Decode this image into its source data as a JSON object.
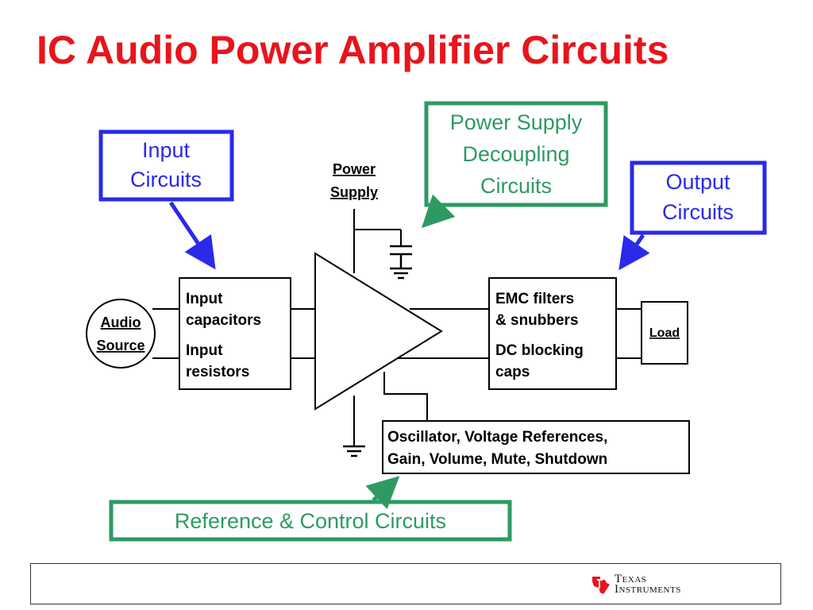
{
  "slide": {
    "title": "IC Audio Power Amplifier Circuits"
  },
  "diagram": {
    "callouts": {
      "input_circuits": [
        "Input",
        "Circuits"
      ],
      "power_supply_decoupling": [
        "Power Supply",
        "Decoupling",
        "Circuits"
      ],
      "output_circuits": [
        "Output",
        "Circuits"
      ],
      "reference_control": "Reference & Control Circuits"
    },
    "power_supply_label": [
      "Power",
      "Supply"
    ],
    "audio_source_label": [
      "Audio",
      "Source"
    ],
    "input_block": [
      "Input",
      "capacitors",
      "Input",
      "resistors"
    ],
    "output_block": [
      "EMC filters",
      "& snubbers",
      "DC blocking",
      "caps"
    ],
    "load_label": "Load",
    "control_block": [
      "Oscillator, Voltage References,",
      "Gain, Volume, Mute, Shutdown"
    ]
  },
  "footer": {
    "logo_line1": "Texas",
    "logo_line2": "Instruments",
    "logo_icon": "texas-instruments-logo-icon"
  },
  "colors": {
    "title": "#e8141c",
    "input_callout": "#2a2ae8",
    "green_callout": "#2e9a62",
    "line": "#000000"
  }
}
